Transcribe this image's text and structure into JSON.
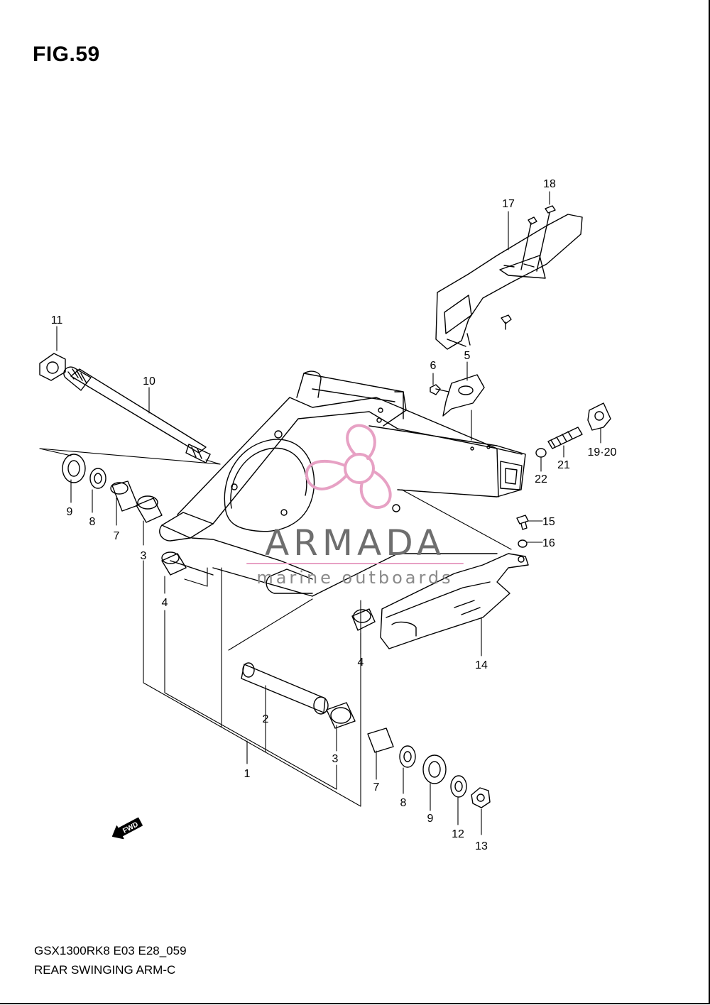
{
  "figure": {
    "title": "FIG.59"
  },
  "footer": {
    "model_code": "GSX1300RK8 E03 E28_059",
    "section_name": "REAR SWINGING ARM-C"
  },
  "watermark": {
    "name": "ARMADA",
    "tagline": "marine outboards",
    "logo_color": "#e7a1c4",
    "text_color": "#6e6e6e"
  },
  "direction_marker": {
    "label": "FWD",
    "icon": "forward-arrow-icon"
  },
  "part_numbers": {
    "p1": "1",
    "p2": "2",
    "p3a": "3",
    "p3b": "3",
    "p4a": "4",
    "p4b": "4",
    "p5": "5",
    "p6": "6",
    "p7a": "7",
    "p7b": "7",
    "p8a": "8",
    "p8b": "8",
    "p9a": "9",
    "p9b": "9",
    "p10": "10",
    "p11": "11",
    "p12": "12",
    "p13": "13",
    "p14": "14",
    "p15": "15",
    "p16": "16",
    "p17": "17",
    "p18": "18",
    "p19_20": "19·20",
    "p21": "21",
    "p22": "22"
  }
}
